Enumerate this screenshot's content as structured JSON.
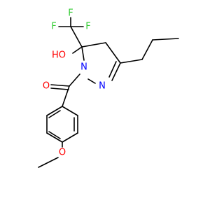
{
  "molecule": {
    "atoms": {
      "f_top": "F",
      "f_left": "F",
      "f_right": "F",
      "hydroxyl": "HO",
      "n1": "N",
      "n2": "N",
      "carbonyl_o": "O",
      "methoxy_o": "O"
    }
  },
  "colors": {
    "bond": "#000000",
    "fluorine": "#33cc33",
    "oxygen": "#ff0000",
    "nitrogen": "#0000ff"
  }
}
